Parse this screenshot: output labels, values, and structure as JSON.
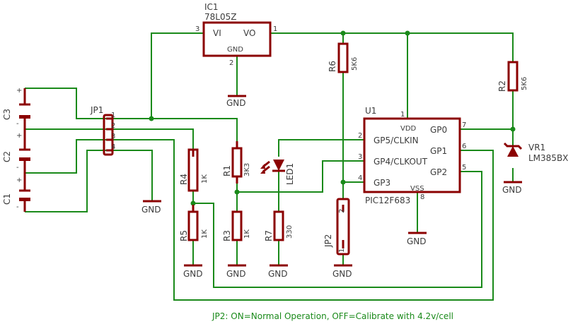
{
  "colors": {
    "wire": "#1a8a1a",
    "part": "#8b0000",
    "text": "#3c3c3c",
    "background": "#ffffff"
  },
  "ic1": {
    "name": "IC1",
    "value": "78L05Z",
    "pin_vi": "VI",
    "pin_vo": "VO",
    "pin_gnd": "GND",
    "pin3": "3",
    "pin1": "1",
    "pin2": "2"
  },
  "u1": {
    "name": "U1",
    "value": "PIC12F683",
    "pins_left": [
      {
        "num": "2",
        "label": "GP5/CLKIN"
      },
      {
        "num": "3",
        "label": "GP4/CLKOUT"
      },
      {
        "num": "4",
        "label": "GP3"
      }
    ],
    "pins_right": [
      {
        "num": "7",
        "label": "GP0"
      },
      {
        "num": "6",
        "label": "GP1"
      },
      {
        "num": "5",
        "label": "GP2"
      }
    ],
    "vdd": "VDD",
    "vdd_num": "1",
    "vss": "VSS",
    "vss_num": "8"
  },
  "jp1": {
    "name": "JP1",
    "pins": [
      "1",
      "2",
      "3",
      "4"
    ]
  },
  "jp2": {
    "name": "JP2",
    "pin1": "1",
    "pin2": "2"
  },
  "capacitors": [
    {
      "name": "C3",
      "plus": "+",
      "minus": "-"
    },
    {
      "name": "C2",
      "plus": "+",
      "minus": "-"
    },
    {
      "name": "C1",
      "plus": "+",
      "minus": "-"
    }
  ],
  "resistors": {
    "r1": {
      "name": "R1",
      "value": "3K3"
    },
    "r2": {
      "name": "R2",
      "value": "5K6"
    },
    "r3": {
      "name": "R3",
      "value": "1K"
    },
    "r4": {
      "name": "R4",
      "value": "1K"
    },
    "r5": {
      "name": "R5",
      "value": "1K"
    },
    "r6": {
      "name": "R6",
      "value": "5K6"
    },
    "r7": {
      "name": "R7",
      "value": "330"
    }
  },
  "led1": {
    "name": "LED1"
  },
  "vr1": {
    "name": "VR1",
    "value": "LM385BX"
  },
  "gnd_label": "GND",
  "footer_note": "JP2: ON=Normal Operation, OFF=Calibrate with 4.2v/cell"
}
